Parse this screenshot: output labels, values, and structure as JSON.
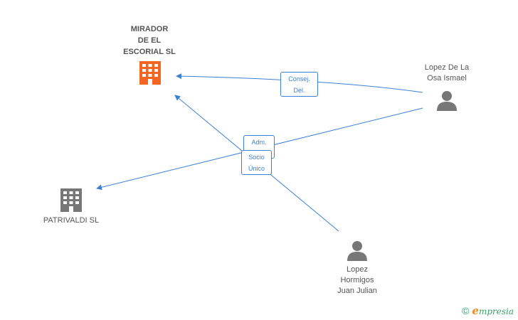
{
  "nodes": {
    "mirador": {
      "label": "MIRADOR\nDE EL\nESCORIAL SL",
      "color": "#f26522",
      "icon": "building-icon"
    },
    "patrivaldi": {
      "label": "PATRIVALDI SL",
      "color": "#777777",
      "icon": "building-icon"
    },
    "lopez_osa": {
      "label": "Lopez De La\nOsa Ismael",
      "color": "#777777",
      "icon": "person-icon"
    },
    "lopez_hormigos": {
      "label": "Lopez\nHormigos\nJuan Julian",
      "color": "#777777",
      "icon": "person-icon"
    }
  },
  "edges": {
    "consej": {
      "label": "Consej.\nDel.",
      "color": "#3d7fd6"
    },
    "adm": {
      "label": "Adm.",
      "color": "#3d7fd6"
    },
    "socio": {
      "label": "Socio\nÚnico",
      "color": "#3d7fd6"
    }
  },
  "footer": {
    "copyright": "©",
    "brand_initial": "e",
    "brand_rest": "mpresia"
  }
}
